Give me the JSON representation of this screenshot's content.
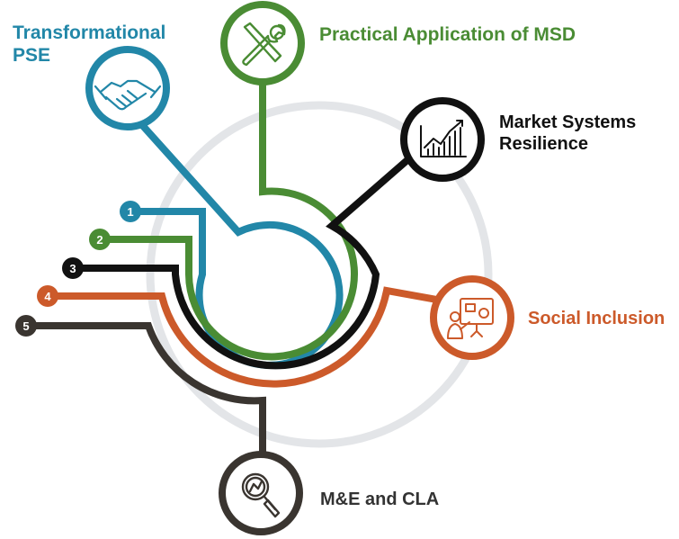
{
  "labels": {
    "pse_line1": "Transformational",
    "pse_line2": "PSE",
    "msd": "Practical Application of MSD",
    "msr_line1": "Market Systems",
    "msr_line2": "Resilience",
    "social": "Social Inclusion",
    "me": "M&E and CLA"
  },
  "numbers": [
    "1",
    "2",
    "3",
    "4",
    "5"
  ],
  "colors": {
    "teal": "#2287a8",
    "green": "#4a8c34",
    "black": "#111111",
    "orange": "#cc5a2a",
    "brown": "#3a3530",
    "ring": "#e3e5e8"
  },
  "icons": [
    "handshake-icon",
    "tools-icon",
    "chart-icon",
    "presentation-icon",
    "magnifier-icon"
  ]
}
